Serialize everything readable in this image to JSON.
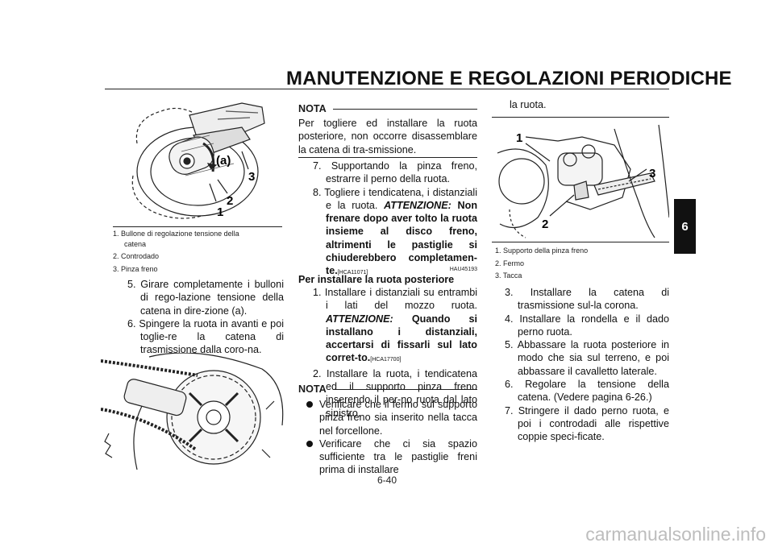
{
  "header": {
    "title": "MANUTENZIONE E REGOLAZIONI PERIODICHE"
  },
  "chapter_tab": "6",
  "figure1": {
    "labels": {
      "a": "(a)",
      "n1": "1",
      "n2": "2",
      "n3": "3"
    },
    "captions": [
      "1.  Bullone di regolazione tensione della",
      "catena",
      "2.  Controdado",
      "3.  Pinza freno"
    ]
  },
  "left_steps": [
    "5.  Girare completamente i bulloni di rego-lazione tensione della catena in dire-zione (a).",
    "6.  Spingere la ruota in avanti e poi toglie-re la catena di trasmissione dalla coro-na."
  ],
  "middle": {
    "nota1_title": "NOTA",
    "nota1_text": "Per togliere ed installare la ruota posteriore, non occorre disassemblare la catena di tra-smissione.",
    "step7": "7.  Supportando la pinza freno, estrarre il perno della ruota.",
    "step8_text": "8.  Togliere i tendicatena, i distanziali e la ruota.",
    "step8_att_label": "ATTENZIONE:",
    "step8_att_text": "Non frenare dopo aver tolto la ruota insieme al disco freno, altrimenti le pastiglie si chiuderebbero completamen-te.",
    "step8_code": "[HCA11071]",
    "section_code": "HAU45193",
    "section_title": "Per installare la ruota posteriore",
    "step1_text": "1.  Installare i distanziali su entrambi i lati del mozzo ruota.",
    "step1_att_label": "ATTENZIONE:",
    "step1_att_text": "Quando si installano i distanziali, accertarsi di fissarli sul lato corret-to.",
    "step1_code": "[HCA17700]",
    "step2": "2.  Installare la ruota, i tendicatena ed il supporto pinza freno inserendo il per-no ruota dal lato sinistro.",
    "nota2_title": "NOTA",
    "bullets": [
      "Verificare che il fermo sul supporto pinza freno sia inserito nella tacca nel forcellone.",
      "Verificare che ci sia spazio sufficiente tra le pastiglie freni prima di installare"
    ]
  },
  "right": {
    "continuation": "la ruota.",
    "figure_labels": {
      "n1": "1",
      "n2": "2",
      "n3": "3"
    },
    "captions": [
      "1.  Supporto della pinza freno",
      "2.  Fermo",
      "3.  Tacca"
    ],
    "steps": [
      "3.  Installare la catena di trasmissione sul-la corona.",
      "4.  Installare la rondella e il dado perno ruota.",
      "5.  Abbassare la ruota posteriore in modo che sia sul terreno, e poi abbassare il cavalletto laterale.",
      "6.  Regolare la tensione della catena. (Vedere pagina 6-26.)",
      "7.  Stringere il dado perno ruota, e poi i controdadi alle rispettive coppie speci-ficate."
    ]
  },
  "footer": {
    "page": "6-40"
  },
  "watermark": "carmanualsonline.info"
}
